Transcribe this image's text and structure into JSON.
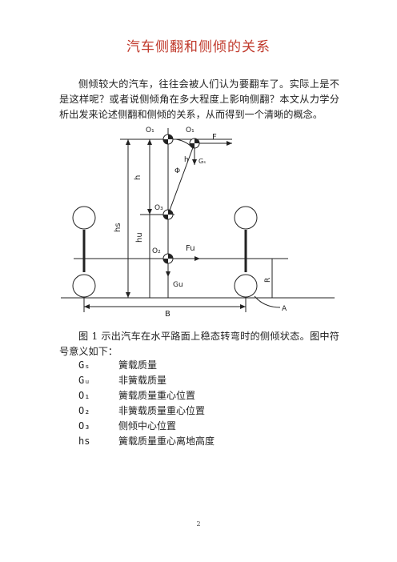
{
  "title": "汽车侧翻和侧倾的关系",
  "intro": "侧倾较大的汽车，往往会被人们认为要翻车了。实际上是不是这样呢？或者说侧倾角在多大程度上影响侧翻？本文从力学分析出发来论述侧翻和侧倾的关系，从而得到一个清晰的概念。",
  "figure": {
    "labels": {
      "o1_left": "O₁",
      "o1_right": "O₁",
      "force_f": "F",
      "gs_label": "Gₛ",
      "h": "h",
      "phi": "Φ",
      "h_vertical": "h",
      "o3": "O₃",
      "hs": "hs",
      "hu": "hu",
      "o2": "O₂",
      "fu": "Fu",
      "gu": "Gu",
      "r": "R",
      "b": "B",
      "a": "A"
    }
  },
  "caption": "图 1 示出汽车在水平路面上稳态转弯时的侧倾状态。图中符号意义如下：",
  "legend": [
    {
      "sym": "Gₛ",
      "desc": "簧载质量"
    },
    {
      "sym": "Gᵤ",
      "desc": "非簧载质量"
    },
    {
      "sym": "O₁",
      "desc": "簧载质量重心位置"
    },
    {
      "sym": "O₂",
      "desc": "非簧载质量重心位置"
    },
    {
      "sym": "O₃",
      "desc": "侧倾中心位置"
    },
    {
      "sym": "hs",
      "desc": "簧载质量重心离地高度"
    }
  ],
  "page_number": "2"
}
